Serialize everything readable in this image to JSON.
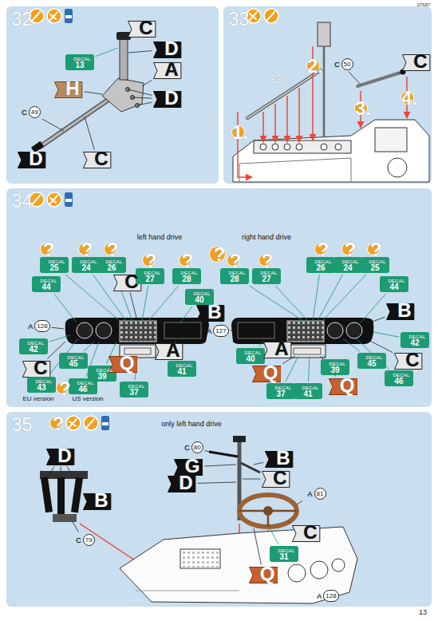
{
  "diagram": {
    "nodes": [
      {
        "text": [
          "32"
        ]
      },
      {
        "text": [
          "33"
        ]
      },
      {
        "text": [
          "34"
        ]
      },
      {
        "text": [
          "35"
        ]
      },
      {
        "text": [
          "DECAL",
          "13"
        ],
        "in": 0
      },
      {
        "text": [
          "C"
        ],
        "in": 0
      },
      {
        "text": [
          "D"
        ],
        "in": 0
      },
      {
        "text": [
          "H"
        ],
        "in": 0
      },
      {
        "text": [
          "A"
        ],
        "in": 0
      },
      {
        "text": [
          "D"
        ],
        "in": 0
      },
      {
        "text": [
          "C",
          "49"
        ],
        "in": 0
      },
      {
        "text": [
          "D"
        ],
        "in": 0
      },
      {
        "text": [
          "C"
        ],
        "in": 0
      },
      {
        "text": [
          "1."
        ],
        "in": 1
      },
      {
        "text": [
          "2."
        ],
        "in": 1
      },
      {
        "text": [
          "C",
          "50"
        ],
        "in": 1
      },
      {
        "text": [
          "C"
        ],
        "in": 1
      },
      {
        "text": [
          "3."
        ],
        "in": 1
      },
      {
        "text": [
          "4."
        ],
        "in": 1
      },
      {
        "text": [
          "?"
        ],
        "in": 2
      },
      {
        "text": [
          "?"
        ],
        "in": 2
      },
      {
        "text": [
          "DECAL",
          "25"
        ],
        "in": 2
      },
      {
        "text": [
          "?"
        ],
        "in": 2
      },
      {
        "text": [
          "DECAL",
          "24"
        ],
        "in": 2
      },
      {
        "text": [
          "?"
        ],
        "in": 2
      },
      {
        "text": [
          "DECAL",
          "26"
        ],
        "in": 2
      },
      {
        "text": [
          "C"
        ],
        "in": 2
      },
      {
        "text": [
          "?"
        ],
        "in": 2
      },
      {
        "text": [
          "DECAL",
          "27"
        ],
        "in": 2
      },
      {
        "text": [
          "?"
        ],
        "in": 2
      },
      {
        "text": [
          "DECAL",
          "28"
        ],
        "in": 2
      },
      {
        "text": [
          "DECAL",
          "44"
        ],
        "in": 2
      },
      {
        "text": [
          "DECAL",
          "40"
        ],
        "in": 2
      },
      {
        "text": [
          "B"
        ],
        "in": 2
      },
      {
        "text": [
          "A",
          "128"
        ],
        "in": 2
      },
      {
        "text": [
          "DECAL",
          "42"
        ],
        "in": 2
      },
      {
        "text": [
          "C"
        ],
        "in": 2
      },
      {
        "text": [
          "DECAL",
          "45"
        ],
        "in": 2
      },
      {
        "text": [
          "DECAL",
          "39"
        ],
        "in": 2
      },
      {
        "text": [
          "Q"
        ],
        "in": 2
      },
      {
        "text": [
          "A"
        ],
        "in": 2
      },
      {
        "text": [
          "DECAL",
          "41"
        ],
        "in": 2
      },
      {
        "text": [
          "DECAL",
          "37"
        ],
        "in": 2
      },
      {
        "text": [
          "DECAL",
          "43"
        ],
        "in": 2
      },
      {
        "text": [
          "?"
        ],
        "in": 2
      },
      {
        "text": [
          "DECAL",
          "46"
        ],
        "in": 2
      },
      {
        "text": [
          "?"
        ],
        "in": 2
      },
      {
        "text": [
          "DECAL",
          "28"
        ],
        "in": 2
      },
      {
        "text": [
          "?"
        ],
        "in": 2
      },
      {
        "text": [
          "DECAL",
          "27"
        ],
        "in": 2
      },
      {
        "text": [
          "?"
        ],
        "in": 2
      },
      {
        "text": [
          "DECAL",
          "26"
        ],
        "in": 2
      },
      {
        "text": [
          "?"
        ],
        "in": 2
      },
      {
        "text": [
          "DECAL",
          "24"
        ],
        "in": 2
      },
      {
        "text": [
          "?"
        ],
        "in": 2
      },
      {
        "text": [
          "DECAL",
          "25"
        ],
        "in": 2
      },
      {
        "text": [
          "DECAL",
          "44"
        ],
        "in": 2
      },
      {
        "text": [
          "B"
        ],
        "in": 2
      },
      {
        "text": [
          "A",
          "127"
        ],
        "in": 2
      },
      {
        "text": [
          "DECAL",
          "40"
        ],
        "in": 2
      },
      {
        "text": [
          "DECAL",
          "42"
        ],
        "in": 2
      },
      {
        "text": [
          "C"
        ],
        "in": 2
      },
      {
        "text": [
          "Q"
        ],
        "in": 2
      },
      {
        "text": [
          "A"
        ],
        "in": 2
      },
      {
        "text": [
          "DECAL",
          "39"
        ],
        "in": 2
      },
      {
        "text": [
          "DECAL",
          "45"
        ],
        "in": 2
      },
      {
        "text": [
          "DECAL",
          "46"
        ],
        "in": 2
      },
      {
        "text": [
          "DECAL",
          "37"
        ],
        "in": 2
      },
      {
        "text": [
          "DECAL",
          "41"
        ],
        "in": 2
      },
      {
        "text": [
          "Q"
        ],
        "in": 2
      },
      {
        "text": [
          "?"
        ],
        "in": 3
      },
      {
        "text": [
          "D"
        ],
        "in": 3
      },
      {
        "text": [
          "C",
          "80"
        ],
        "in": 3
      },
      {
        "text": [
          "G"
        ],
        "in": 3
      },
      {
        "text": [
          "D"
        ],
        "in": 3
      },
      {
        "text": [
          "B"
        ],
        "in": 3
      },
      {
        "text": [
          "C"
        ],
        "in": 3
      },
      {
        "text": [
          "A",
          "81"
        ],
        "in": 3
      },
      {
        "text": [
          "B"
        ],
        "in": 3
      },
      {
        "text": [
          "C",
          "79"
        ],
        "in": 3
      },
      {
        "text": [
          "C"
        ],
        "in": 3
      },
      {
        "text": [
          "DECAL",
          "31"
        ],
        "in": 3
      },
      {
        "text": [
          "Q"
        ],
        "in": 3
      },
      {
        "text": [
          "A",
          "128"
        ],
        "in": 3
      }
    ],
    "labels": [
      "07687",
      "13",
      "32",
      "left hand drive",
      "right hand drive",
      "EU version",
      "US version",
      "only left hand drive"
    ]
  }
}
